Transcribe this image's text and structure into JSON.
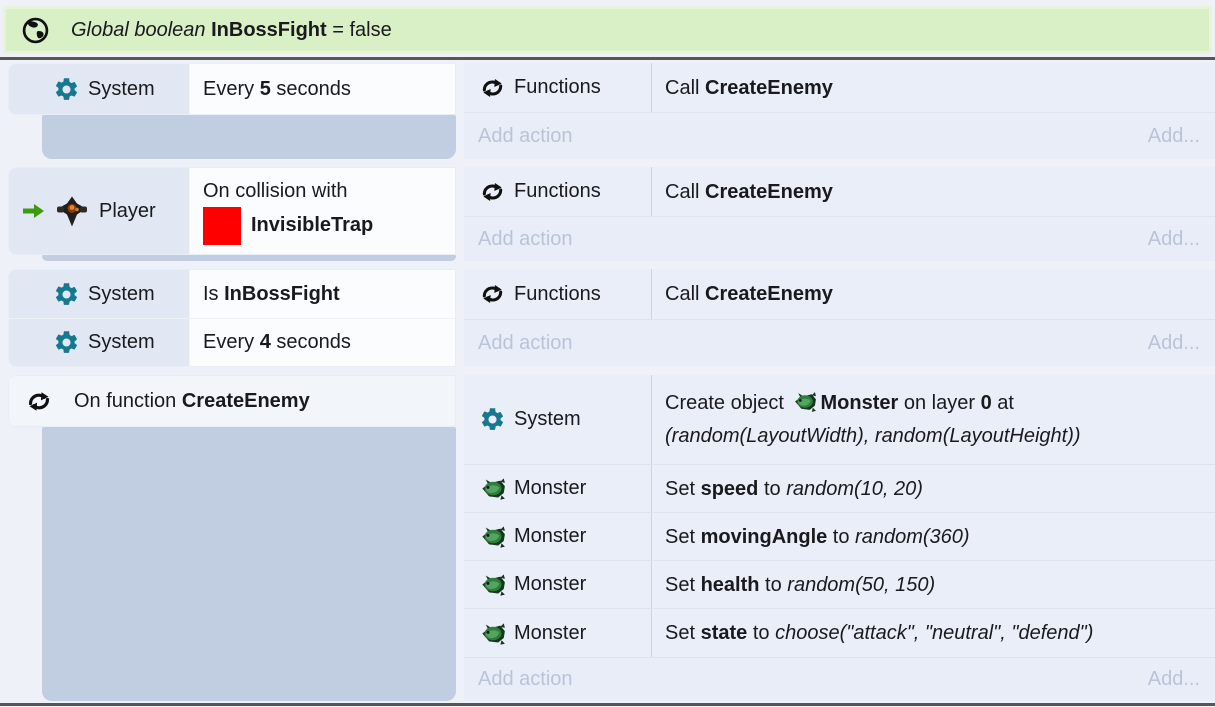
{
  "colors": {
    "global_bar_green": "#d9efc6",
    "system_gear_teal": "#17798e",
    "event_margin_blue": "#c1cde0",
    "trap_red": "#ff0000",
    "bookmark_arrow_green": "#3f9a10",
    "add_text_gray": "#bac4d8"
  },
  "global_var": {
    "type_label": "Global boolean",
    "name": "InBossFight",
    "suffix": "= false"
  },
  "labels": {
    "add_action": "Add action",
    "add_more": "Add..."
  },
  "events": {
    "e1": {
      "cond": {
        "object": "System",
        "pre": "Every ",
        "bold": "5",
        "post": " seconds"
      },
      "action": {
        "object": "Functions",
        "pre": "Call ",
        "bold": "CreateEnemy"
      }
    },
    "e2": {
      "cond": {
        "object": "Player",
        "line1": "On collision with",
        "bold": "InvisibleTrap"
      },
      "action": {
        "object": "Functions",
        "pre": "Call ",
        "bold": "CreateEnemy"
      }
    },
    "e3": {
      "cond1": {
        "object": "System",
        "pre": "Is ",
        "bold": "InBossFight"
      },
      "cond2": {
        "object": "System",
        "pre": "Every ",
        "bold": "4",
        "post": " seconds"
      },
      "action": {
        "object": "Functions",
        "pre": "Call ",
        "bold": "CreateEnemy"
      }
    },
    "e4": {
      "header": {
        "pre": "On function ",
        "bold": "CreateEnemy"
      },
      "a1": {
        "object": "System",
        "seg1": "Create object ",
        "bold1": "Monster",
        "seg2": " on layer ",
        "bold2": "0",
        "seg3": " at",
        "line2": "(random(LayoutWidth), random(LayoutHeight))"
      },
      "a2": {
        "object": "Monster",
        "pre": "Set ",
        "bold": "speed",
        "mid": " to ",
        "expr": "random(10, 20)"
      },
      "a3": {
        "object": "Monster",
        "pre": "Set ",
        "bold": "movingAngle",
        "mid": " to ",
        "expr": "random(360)"
      },
      "a4": {
        "object": "Monster",
        "pre": "Set ",
        "bold": "health",
        "mid": " to ",
        "expr": "random(50, 150)"
      },
      "a5": {
        "object": "Monster",
        "pre": "Set ",
        "bold": "state",
        "mid": " to ",
        "expr": "choose(\"attack\", \"neutral\", \"defend\")"
      }
    }
  }
}
